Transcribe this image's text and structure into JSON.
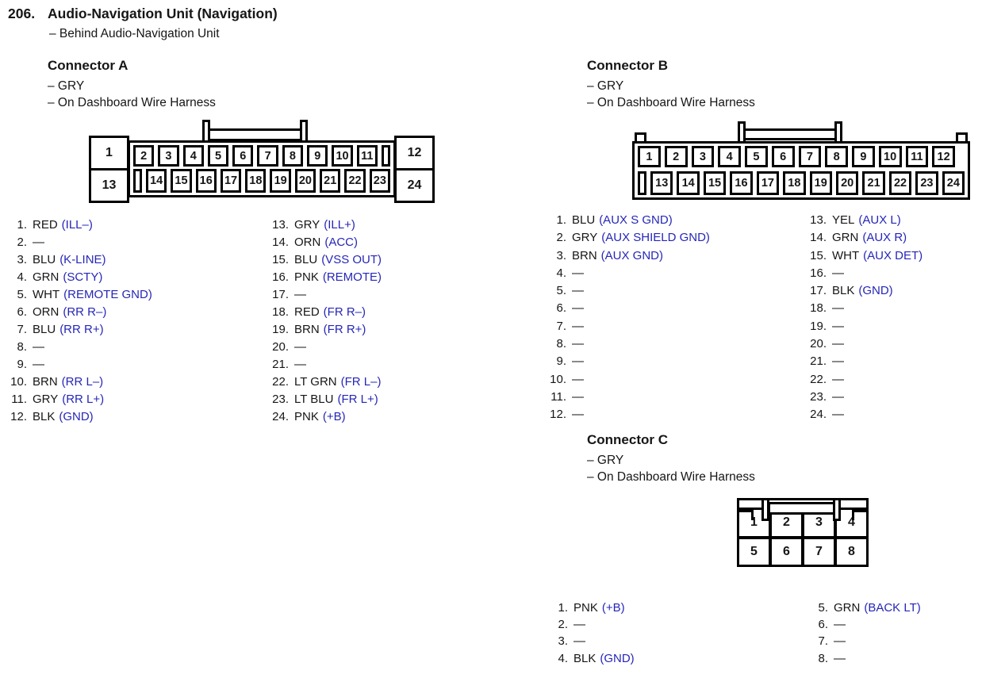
{
  "colors": {
    "function_label_blue": "#2626b8",
    "body_text": "#161616",
    "diagram_line": "#000000"
  },
  "page": {
    "item_number": "206.",
    "title": "Audio-Navigation Unit (Navigation)",
    "location": "– Behind Audio-Navigation Unit"
  },
  "connector_a": {
    "heading": "Connector A",
    "color_note": "– GRY",
    "harness_note": "– On Dashboard Wire Harness",
    "diagram": {
      "left_top": "1",
      "left_bottom": "13",
      "right_top": "12",
      "right_bottom": "24",
      "row1": [
        "2",
        "3",
        "4",
        "5",
        "6",
        "7",
        "8",
        "9",
        "10",
        "11",
        ""
      ],
      "row2": [
        "",
        "14",
        "15",
        "16",
        "17",
        "18",
        "19",
        "20",
        "21",
        "22",
        "23"
      ]
    },
    "pins_col1": [
      {
        "num": "1.",
        "wire": "RED",
        "label": "(ILL–)"
      },
      {
        "num": "2.",
        "wire": "—",
        "label": ""
      },
      {
        "num": "3.",
        "wire": "BLU",
        "label": "(K-LINE)"
      },
      {
        "num": "4.",
        "wire": "GRN",
        "label": "(SCTY)"
      },
      {
        "num": "5.",
        "wire": "WHT",
        "label": "(REMOTE GND)"
      },
      {
        "num": "6.",
        "wire": "ORN",
        "label": "(RR R–)"
      },
      {
        "num": "7.",
        "wire": "BLU",
        "label": "(RR R+)"
      },
      {
        "num": "8.",
        "wire": "—",
        "label": ""
      },
      {
        "num": "9.",
        "wire": "—",
        "label": ""
      },
      {
        "num": "10.",
        "wire": "BRN",
        "label": "(RR L–)"
      },
      {
        "num": "11.",
        "wire": "GRY",
        "label": "(RR L+)"
      },
      {
        "num": "12.",
        "wire": "BLK",
        "label": "(GND)"
      }
    ],
    "pins_col2": [
      {
        "num": "13.",
        "wire": "GRY",
        "label": "(ILL+)"
      },
      {
        "num": "14.",
        "wire": "ORN",
        "label": "(ACC)"
      },
      {
        "num": "15.",
        "wire": "BLU",
        "label": "(VSS OUT)"
      },
      {
        "num": "16.",
        "wire": "PNK",
        "label": "(REMOTE)"
      },
      {
        "num": "17.",
        "wire": "—",
        "label": ""
      },
      {
        "num": "18.",
        "wire": "RED",
        "label": "(FR R–)"
      },
      {
        "num": "19.",
        "wire": "BRN",
        "label": "(FR R+)"
      },
      {
        "num": "20.",
        "wire": "—",
        "label": ""
      },
      {
        "num": "21.",
        "wire": "—",
        "label": ""
      },
      {
        "num": "22.",
        "wire": "LT GRN",
        "label": "(FR L–)"
      },
      {
        "num": "23.",
        "wire": "LT BLU",
        "label": "(FR L+)"
      },
      {
        "num": "24.",
        "wire": "PNK",
        "label": "(+B)"
      }
    ]
  },
  "connector_b": {
    "heading": "Connector B",
    "color_note": "– GRY",
    "harness_note": "– On Dashboard Wire Harness",
    "diagram": {
      "row1": [
        "1",
        "2",
        "3",
        "4",
        "5",
        "6",
        "7",
        "8",
        "9",
        "10",
        "11",
        "12"
      ],
      "row2": [
        "",
        "13",
        "14",
        "15",
        "16",
        "17",
        "18",
        "19",
        "20",
        "21",
        "22",
        "23",
        "24"
      ]
    },
    "pins_col1": [
      {
        "num": "1.",
        "wire": "BLU",
        "label": "(AUX S GND)"
      },
      {
        "num": "2.",
        "wire": "GRY",
        "label": "(AUX SHIELD GND)"
      },
      {
        "num": "3.",
        "wire": "BRN",
        "label": "(AUX GND)"
      },
      {
        "num": "4.",
        "wire": "—",
        "label": ""
      },
      {
        "num": "5.",
        "wire": "—",
        "label": ""
      },
      {
        "num": "6.",
        "wire": "—",
        "label": ""
      },
      {
        "num": "7.",
        "wire": "—",
        "label": ""
      },
      {
        "num": "8.",
        "wire": "—",
        "label": ""
      },
      {
        "num": "9.",
        "wire": "—",
        "label": ""
      },
      {
        "num": "10.",
        "wire": "—",
        "label": ""
      },
      {
        "num": "11.",
        "wire": "—",
        "label": ""
      },
      {
        "num": "12.",
        "wire": "—",
        "label": ""
      }
    ],
    "pins_col2": [
      {
        "num": "13.",
        "wire": "YEL",
        "label": "(AUX L)"
      },
      {
        "num": "14.",
        "wire": "GRN",
        "label": "(AUX R)"
      },
      {
        "num": "15.",
        "wire": "WHT",
        "label": "(AUX DET)"
      },
      {
        "num": "16.",
        "wire": "—",
        "label": ""
      },
      {
        "num": "17.",
        "wire": "BLK",
        "label": "(GND)"
      },
      {
        "num": "18.",
        "wire": "—",
        "label": ""
      },
      {
        "num": "19.",
        "wire": "—",
        "label": ""
      },
      {
        "num": "20.",
        "wire": "—",
        "label": ""
      },
      {
        "num": "21.",
        "wire": "—",
        "label": ""
      },
      {
        "num": "22.",
        "wire": "—",
        "label": ""
      },
      {
        "num": "23.",
        "wire": "—",
        "label": ""
      },
      {
        "num": "24.",
        "wire": "—",
        "label": ""
      }
    ]
  },
  "connector_c": {
    "heading": "Connector C",
    "color_note": "– GRY",
    "harness_note": "– On Dashboard Wire Harness",
    "diagram": {
      "row1": [
        "1",
        "2",
        "3",
        "4"
      ],
      "row2": [
        "5",
        "6",
        "7",
        "8"
      ]
    },
    "pins_col1": [
      {
        "num": "1.",
        "wire": "PNK",
        "label": "(+B)"
      },
      {
        "num": "2.",
        "wire": "—",
        "label": ""
      },
      {
        "num": "3.",
        "wire": "—",
        "label": ""
      },
      {
        "num": "4.",
        "wire": "BLK",
        "label": "(GND)"
      }
    ],
    "pins_col2": [
      {
        "num": "5.",
        "wire": "GRN",
        "label": "(BACK LT)"
      },
      {
        "num": "6.",
        "wire": "—",
        "label": ""
      },
      {
        "num": "7.",
        "wire": "—",
        "label": ""
      },
      {
        "num": "8.",
        "wire": "—",
        "label": ""
      }
    ]
  }
}
